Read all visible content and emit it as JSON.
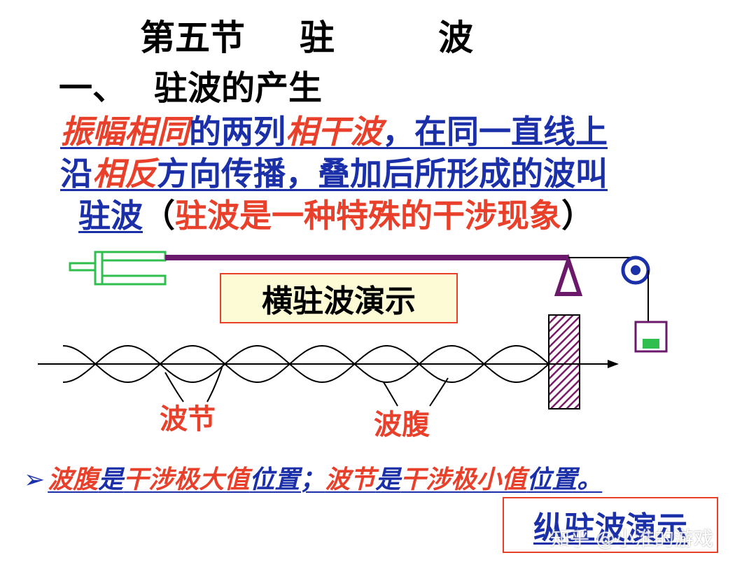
{
  "title": {
    "part1": "第五节",
    "part2": "驻",
    "part3": "波"
  },
  "heading": {
    "number": "一、",
    "text": "驻波的产生"
  },
  "definition": {
    "seg1": "振幅相同",
    "seg2": "的两列",
    "seg3": "相干波",
    "seg4": "，在同一直线上",
    "seg5": "沿",
    "seg6": "相反",
    "seg7": "方向传播，叠加后所形成的波叫",
    "seg8": "驻波",
    "seg9": "（",
    "seg10": "驻波是一种特殊的干涉现象",
    "seg11": "）"
  },
  "demo_transverse": "横驻波演示",
  "labels": {
    "node": "波节",
    "antinode": "波腹"
  },
  "bullet": {
    "arrow": "➢",
    "s1": "波腹",
    "s2": "是",
    "s3": "干涉极大值",
    "s4": "位置；",
    "s5": "波节",
    "s6": "是",
    "s7": "干涉极小值",
    "s8": "位置。"
  },
  "demo_longitudinal": "纵驻波演示",
  "watermark": "知乎 @小淮的游戏",
  "colors": {
    "red": "#e8402a",
    "blue": "#1a2fa8",
    "purple": "#6b1a6b",
    "green": "#2fbf4f",
    "box_fill": "#fdfbd6"
  }
}
